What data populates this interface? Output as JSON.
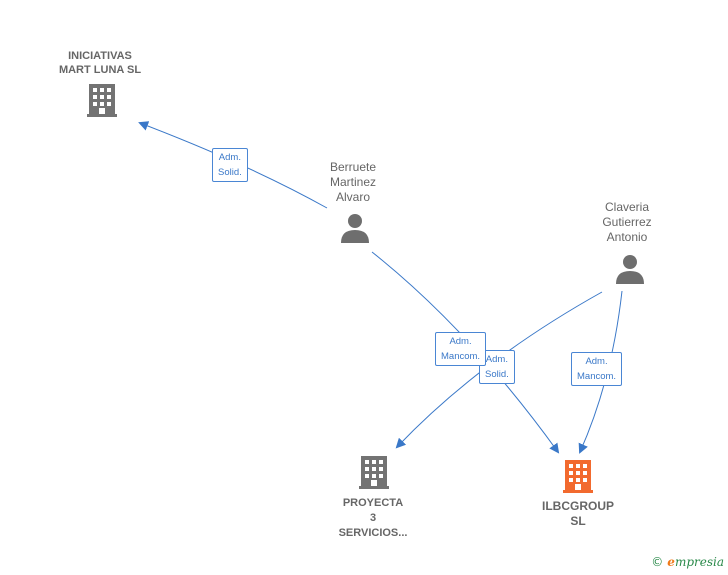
{
  "colors": {
    "edge": "#3a78c8",
    "company_icon": "#737373",
    "target_icon": "#f26a2e",
    "person_icon": "#6e6e6e"
  },
  "nodes": {
    "iniciativas": {
      "lines": [
        "INICIATIVAS",
        "MART LUNA SL"
      ],
      "icon": "building-icon"
    },
    "berruete": {
      "lines": [
        "Berruete",
        "Martinez",
        "Alvaro"
      ],
      "icon": "person-icon"
    },
    "claveria": {
      "lines": [
        "Claveria",
        "Gutierrez",
        "Antonio"
      ],
      "icon": "person-icon"
    },
    "proyecta": {
      "lines": [
        "PROYECTA",
        "3",
        "SERVICIOS..."
      ],
      "icon": "building-icon"
    },
    "ilbcgroup": {
      "lines": [
        "ILBCGROUP",
        "SL"
      ],
      "icon": "building-icon"
    }
  },
  "edges": {
    "berruete_iniciativas": {
      "lines": [
        "Adm.",
        "Solid."
      ]
    },
    "berruete_ilbc": {
      "lines": [
        "Adm.",
        "Mancom."
      ]
    },
    "claveria_proyecta": {
      "lines": [
        "Adm.",
        "Solid."
      ]
    },
    "claveria_ilbc": {
      "lines": [
        "Adm.",
        "Mancom."
      ]
    }
  },
  "watermark": {
    "copyright": "©",
    "brand_first": "e",
    "brand_rest": "mpresia"
  }
}
